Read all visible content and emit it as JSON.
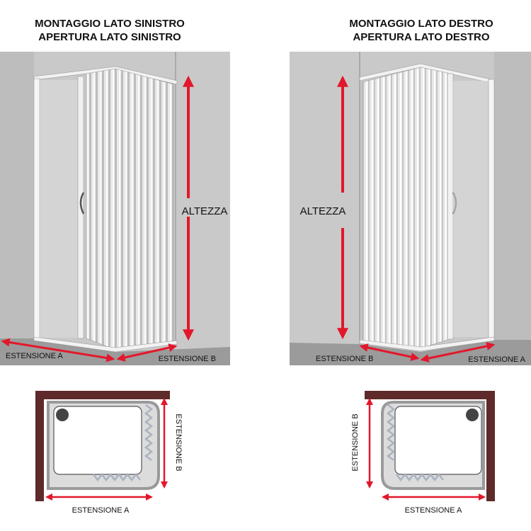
{
  "left_panel": {
    "title_line1": "MONTAGGIO LATO SINISTRO",
    "title_line2": "APERTURA LATO SINISTRO",
    "height_label": "ALTEZZA",
    "ext_a_label": "ESTENSIONE A",
    "ext_b_label": "ESTENSIONE B"
  },
  "right_panel": {
    "title_line1": "MONTAGGIO LATO DESTRO",
    "title_line2": "APERTURA LATO DESTRO",
    "height_label": "ALTEZZA",
    "ext_a_label": "ESTENSIONE A",
    "ext_b_label": "ESTENSIONE B"
  },
  "left_plan": {
    "ext_a_label": "ESTENSIONE A",
    "ext_b_label": "ESTENSIONE B"
  },
  "right_plan": {
    "ext_a_label": "ESTENSIONE A",
    "ext_b_label": "ESTENSIONE B"
  },
  "colors": {
    "wall": "#c9c9c9",
    "wall_side": "#b3b3b3",
    "floor": "#9b9b9b",
    "frame": "#f2f2f2",
    "arrow": "#e3172b",
    "wall_plan": "#5e2a2a",
    "tray": "#9a9a9a"
  },
  "icons": [
    "arrow-up-icon",
    "arrow-down-icon",
    "drain-icon",
    "door-handle-icon"
  ]
}
